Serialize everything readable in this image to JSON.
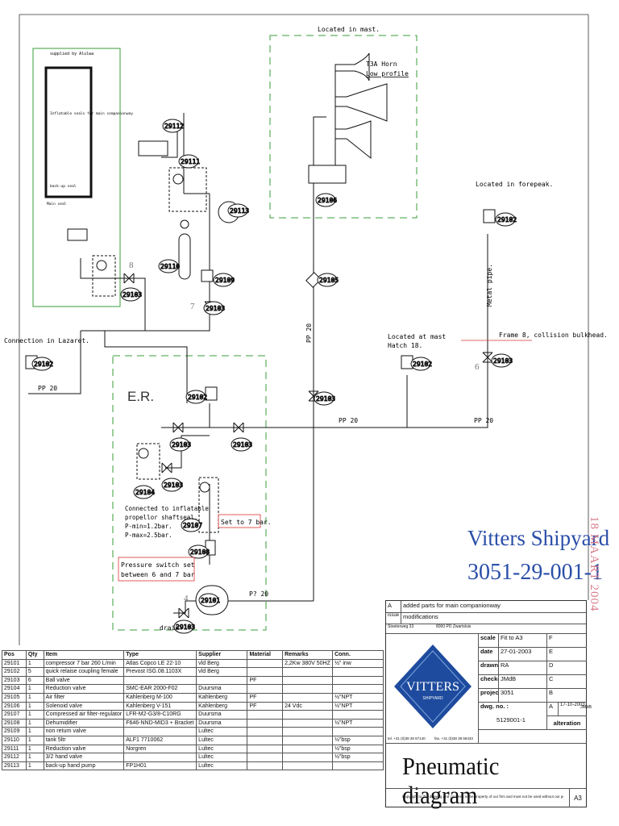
{
  "locations": {
    "mast_box": "Located in mast.",
    "horn": "T3A Horn",
    "horn_profile": "Low profile",
    "forepeak": "Located in forepeak.",
    "metal_pipe": "Metal pipe.",
    "frame8": "Frame 8, collision bulkhead.",
    "at_mast": "Located at mast",
    "hatch": "Hatch 18.",
    "lazaret": "Connection in Lazaret.",
    "er": "E.R.",
    "supplied": "supplied by Alulwa",
    "seals": "Inflatable seals for main companionway",
    "backup_seal": "back-up seal",
    "main_seal": "Main seal",
    "connected": [
      "Connected to inflatable",
      "propellor shaftseal.",
      "P-min=1.2bar.",
      "P-max=2.5bar."
    ],
    "set_to": "Set to 7 bar.",
    "pressure_switch": [
      "Pressure switch set",
      "between 6 and 7 bar"
    ],
    "drain": "drain"
  },
  "pipes": {
    "pp20": "PP 20",
    "pp20_alt": "P? 20",
    "pp20_vert": "PP 20"
  },
  "tags": [
    "29112",
    "29111",
    "29113",
    "29110",
    "29109",
    "29103",
    "29102",
    "29106",
    "29105",
    "29101",
    "29104",
    "29107",
    "29108"
  ],
  "shipyard": {
    "name": "Vitters Shipyard",
    "number": "3051-29-001-1"
  },
  "stamp": "18 MAART 2004",
  "handwritten": {
    "eight": "8",
    "seven": "7",
    "six": "6",
    "four": "4"
  },
  "parts_list": {
    "headers": [
      "Pos",
      "Qty",
      "Item",
      "Type",
      "Supplier",
      "Material",
      "Remarks",
      "Conn."
    ],
    "rows": [
      [
        "29101",
        "1",
        "compressor 7 bar 260 L/min",
        "Atlas Copco LE 22-10",
        "vld Berg",
        "",
        "2,2Kw 380V 50HZ",
        "½\" inw"
      ],
      [
        "29102",
        "5",
        "quick relaise coupling female",
        "Prevost ISG.08.1103X",
        "vld Berg",
        "",
        "",
        ""
      ],
      [
        "29103",
        "6",
        "Ball valve",
        "",
        "",
        "PF",
        "",
        ""
      ],
      [
        "29104",
        "1",
        "Reduction valve",
        "SMC-EAR 2000-F02",
        "Duursma",
        "",
        "",
        ""
      ],
      [
        "29105",
        "1",
        "Air filter",
        "Kahlenberg M-100",
        "Kahlenberg",
        "PF",
        "",
        "½\"NPT"
      ],
      [
        "29106",
        "1",
        "Solenoid valve",
        "Kahlenberg V-151",
        "Kahlenberg",
        "PF",
        "24 Vdc",
        "½\"NPT"
      ],
      [
        "29107",
        "1",
        "Compressed air filter-regulator",
        "LFR-M2-G3/8-C10RG",
        "Duursma",
        "",
        "",
        ""
      ],
      [
        "29108",
        "1",
        "Dehumidifier",
        "F646-NND-MID3 + Bracket",
        "Duursma",
        "",
        "",
        "½\"NPT"
      ],
      [
        "29109",
        "1",
        "non return valve",
        "",
        "Lultec",
        "",
        "",
        ""
      ],
      [
        "29110",
        "1",
        "tank 5ltr",
        "ALF1 7710062",
        "Lultec",
        "",
        "",
        "½\"bsp"
      ],
      [
        "29111",
        "1",
        "Reduction valve",
        "Norgren",
        "Lultec",
        "",
        "",
        "½\"bsp"
      ],
      [
        "29112",
        "1",
        "3/2 hand valve",
        "",
        "Lultec",
        "",
        "",
        "½\"bsp"
      ],
      [
        "29113",
        "1",
        "back-up hand pump",
        "FP1H01",
        "Lultec",
        "",
        "",
        ""
      ]
    ]
  },
  "title_block": {
    "rev_a_letter": "A",
    "rev_a_text": "added parts for main companionway",
    "issue_label": "issue",
    "issue_text": "modifications",
    "address_left": "Stoeterweg 33",
    "address_right": "8000 PD Zwartsluis",
    "scale_label": "scale",
    "scale_value": "Fit to A3",
    "date_label": "date",
    "date_value": "27-01-2003",
    "drawn_label": "drawn",
    "drawn_value": "RA",
    "checked_label": "checked",
    "checked_value": "JMdB",
    "project_label": "project",
    "project_value": "3051",
    "dwg_label": "dwg. no. :",
    "dwg_value": "5129001-1",
    "letters": [
      "F",
      "E",
      "D",
      "C",
      "B",
      "A"
    ],
    "alt_date": "17-10-2003",
    "alt_by": "JMdB",
    "alteration": "alteration",
    "tel": "tel. +31 (0)38 38 67140",
    "fax": "fax. +31 (0)38 38 68433",
    "logo_text": "VITTERS",
    "logo_sub": "SHIPYARD",
    "title": "Pneumatic diagram",
    "copyright": "Copyright to this drawing and contents is the property of our firm and must not be used without our permission.",
    "size": "A3"
  }
}
